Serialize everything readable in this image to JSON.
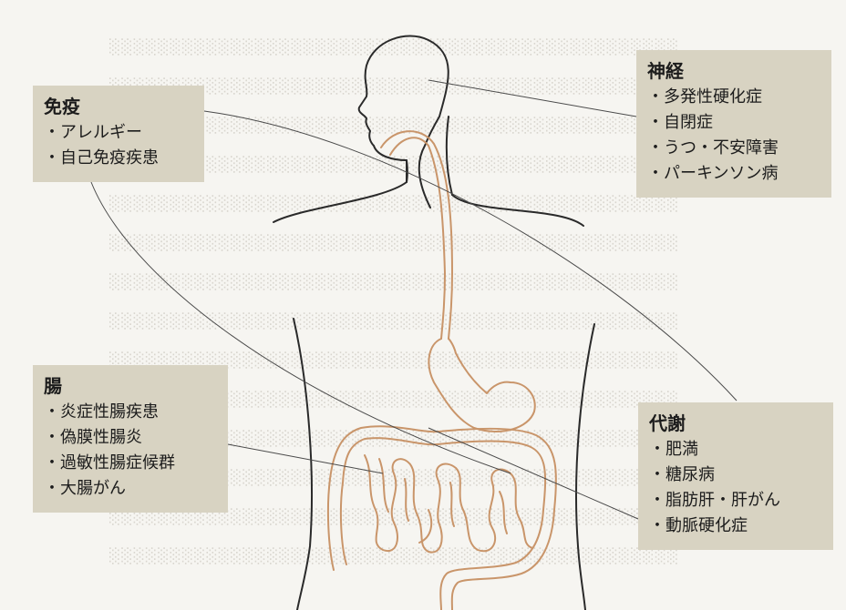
{
  "boxes": {
    "immune": {
      "title": "免疫",
      "items": [
        "アレルギー",
        "自己免疫疾患"
      ]
    },
    "nerve": {
      "title": "神経",
      "items": [
        "多発性硬化症",
        "自閉症",
        "うつ・不安障害",
        "パーキンソン病"
      ]
    },
    "gut": {
      "title": "腸",
      "items": [
        "炎症性腸疾患",
        "偽膜性腸炎",
        "過敏性腸症候群",
        "大腸がん"
      ]
    },
    "metabolic": {
      "title": "代謝",
      "items": [
        "肥満",
        "糖尿病",
        "脂肪肝・肝がん",
        "動脈硬化症"
      ]
    }
  },
  "colors": {
    "box_fill": "#d8d3c2",
    "body_outline": "#2a2a2a",
    "digestive_tract": "#c9956a",
    "leader_line": "#4a4a4a"
  }
}
